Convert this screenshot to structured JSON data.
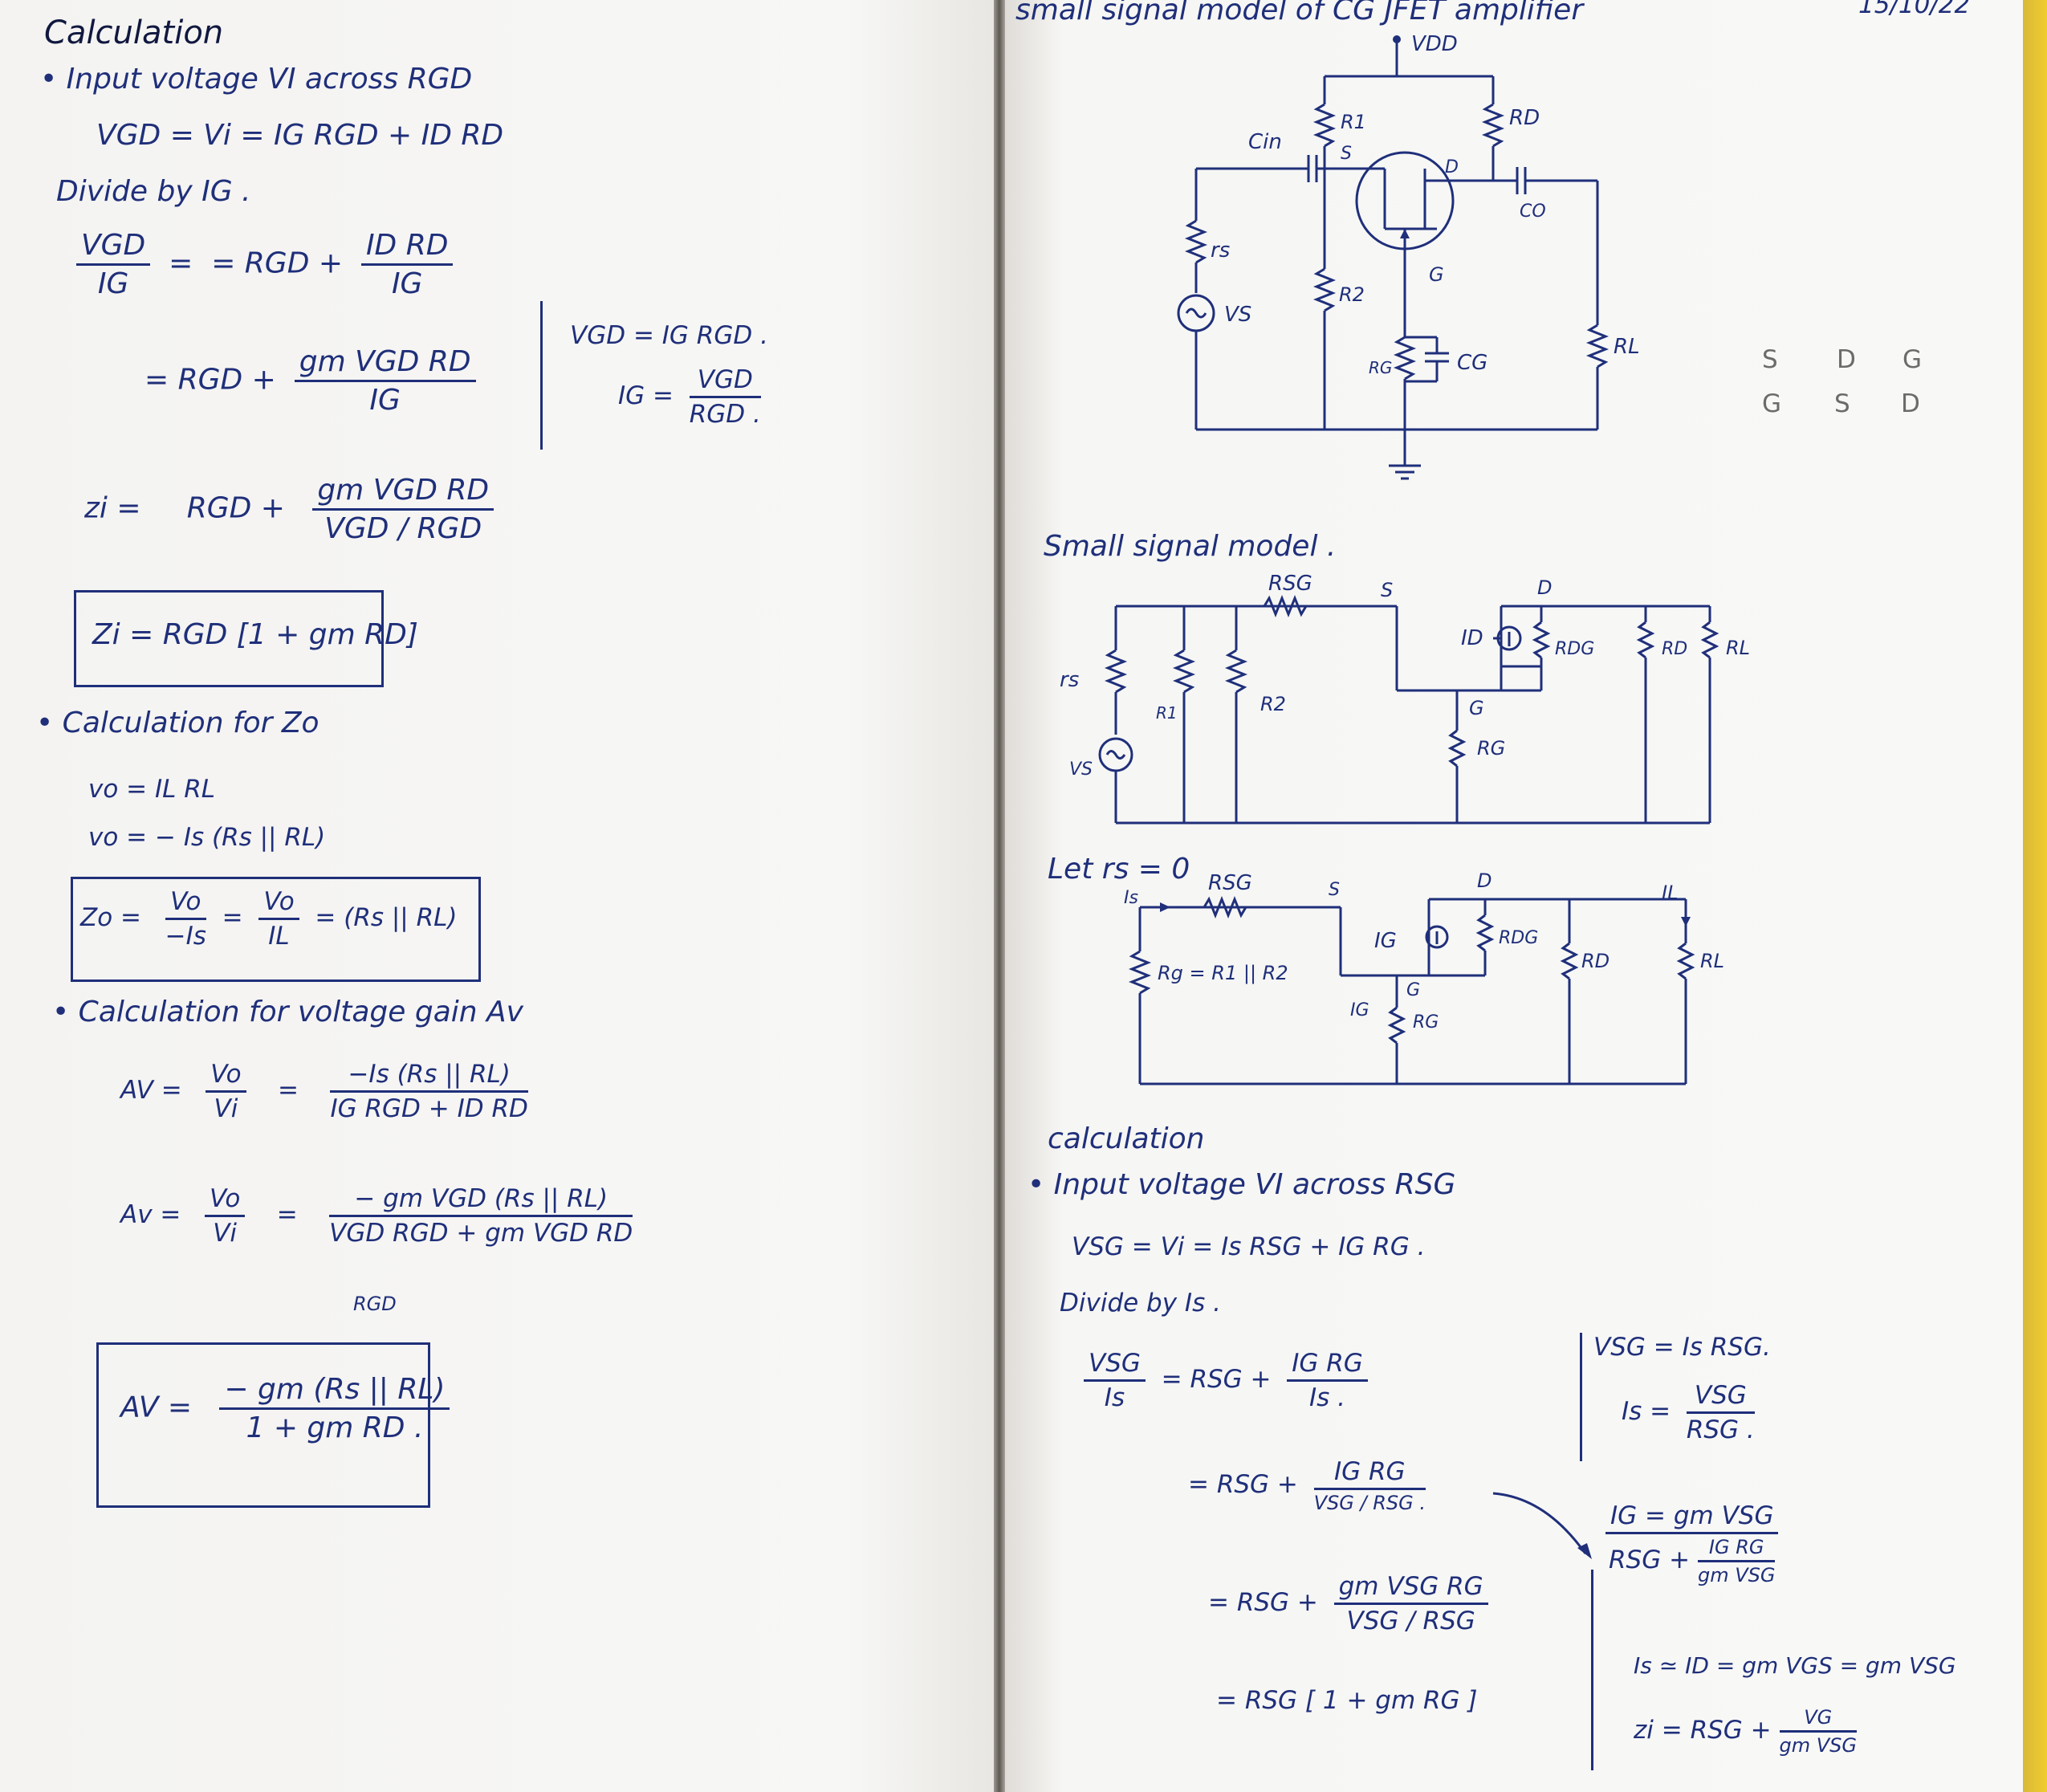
{
  "left": {
    "title": "Calculation",
    "input_heading": "• Input voltage  VI  across  RGD",
    "eq1": "VGD = Vi = IG RGD + ID RD",
    "divide": "Divide by  IG .",
    "eq2_lhs_n": "VGD",
    "eq2_lhs_d": "IG",
    "eq2_mid": "=   RGD +",
    "eq2_rhs_n": "ID RD",
    "eq2_rhs_d": "IG",
    "eq3_mid": "=  RGD +",
    "eq3_n": "gm VGD RD",
    "eq3_d": "IG",
    "side1": "VGD = IG RGD .",
    "side2_lhs": "IG =",
    "side2_n": "VGD",
    "side2_d": "RGD .",
    "zi_lhs": "zi  =",
    "zi_mid": "RGD  +",
    "zi_n": "gm VGD RD",
    "zi_d": "VGD / RGD",
    "zi_box": "Zi =  RGD [1 + gm RD]",
    "zo_heading": "• Calculation for  Zo",
    "vo1": "vo = IL RL",
    "vo2": "vo = − Is (Rs || RL)",
    "zo_lhs": "Zo =",
    "zo_f1n": "Vo",
    "zo_f1d": "−Is",
    "zo_eq": "=",
    "zo_f2n": "Vo",
    "zo_f2d": "IL",
    "zo_rhs": "= (Rs || RL)",
    "av_heading": "• Calculation for voltage gain  Av",
    "av1_lhs": "AV =",
    "av1_fn": "Vo",
    "av1_fd": "Vi",
    "av1_eq": "=",
    "av1_n": "−Is (Rs || RL)",
    "av1_d": "IG RGD + ID RD",
    "av2_lhs": "Av =",
    "av2_fn": "Vo",
    "av2_fd": "Vi",
    "av2_eq": "=",
    "av2_n": "− gm VGD (Rs || RL)",
    "av2_d": "VGD  RGD + gm VGD RD",
    "av2_d2": "RGD",
    "av_box_lhs": "AV  =",
    "av_box_n": "− gm (Rs || RL)",
    "av_box_d": "1 + gm RD ."
  },
  "right": {
    "top_title": "small signal model of CG JFET amplifier",
    "date": "15/10/22",
    "circuit1": {
      "vdd": "VDD",
      "r1": "R1",
      "rd": "RD",
      "cin": "Cin",
      "s": "S",
      "d": "D",
      "co": "CO",
      "rs": "rs",
      "g": "G",
      "r2": "R2",
      "vs": "VS",
      "rl": "RL",
      "rg": "RG",
      "cg": "CG"
    },
    "margin_row1": [
      "S",
      "D",
      "G"
    ],
    "margin_row2": [
      "G",
      "S",
      "D"
    ],
    "model_title": "Small signal model .",
    "circuit2": {
      "rsg": "RSG",
      "s": "S",
      "d": "D",
      "id": "ID",
      "rdg": "RDG",
      "rd": "RD",
      "rl": "RL",
      "rs": "rs",
      "r1": "R1",
      "r2": "R2",
      "g": "G",
      "rg": "RG",
      "vs": "VS"
    },
    "let_label": "Let  rs = 0",
    "circuit3": {
      "is": "Is",
      "rsg": "RSG",
      "s": "S",
      "d": "D",
      "ig": "IG",
      "rdg": "RDG",
      "il": "IL",
      "rdb": "RD",
      "rl": "RL",
      "rgeq": "Rg = R1 || R2",
      "ig2": "IG",
      "g": "G",
      "rg": "RG"
    },
    "calc_title": "calculation",
    "input_heading": "• Input voltage  VI  across  RSG",
    "eq1": "VSG = Vi = Is RSG + IG RG .",
    "divide": "Divide by  Is .",
    "eq2_fn": "VSG",
    "eq2_fd": "Is",
    "eq2_mid": "=  RSG +",
    "eq2_n": "IG RG",
    "eq2_d": "Is .",
    "eq3_mid": "=  RSG +",
    "eq3_n": "IG RG",
    "eq3_d": "VSG / RSG .",
    "eq4_mid": "=  RSG +",
    "eq4_n": "gm VSG RG",
    "eq4_d": "VSG / RSG",
    "eq5": "=   RSG [ 1 + gm RG ]",
    "side1": "VSG = Is RSG.",
    "side2_lhs": "Is =",
    "side2_n": "VSG",
    "side2_d": "RSG .",
    "side3_n": "IG  =  gm VSG",
    "side3_d": "RSG +",
    "side3_fn": "IG RG",
    "side3_fd": "gm VSG",
    "side4": "Is ≃ ID = gm VGS = gm VSG",
    "side5_lhs": "zi = RSG +",
    "side5_n": "VG",
    "side5_d": "gm VSG"
  }
}
